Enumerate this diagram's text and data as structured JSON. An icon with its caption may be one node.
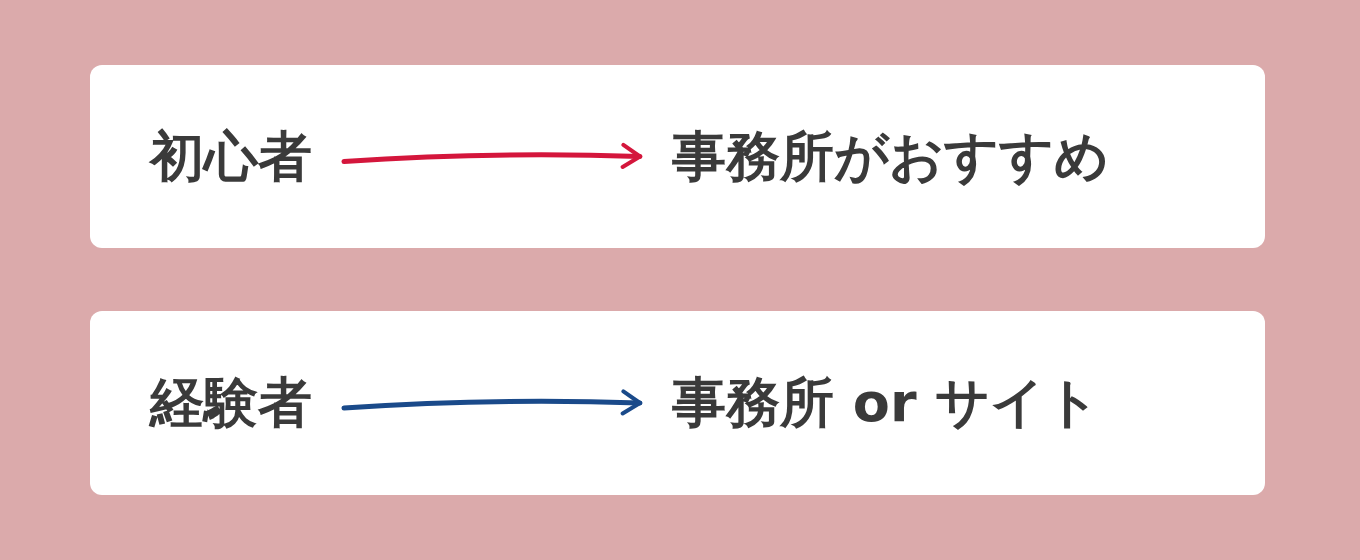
{
  "diagram": {
    "nodes": [
      {
        "text": [],
        "shape": "box"
      },
      {
        "text": [
          "初心者"
        ],
        "in": 0
      },
      {
        "text": [
          "事務所がおすすめ"
        ],
        "in": 0
      },
      {
        "text": [],
        "shape": "box"
      },
      {
        "text": [
          "経験者"
        ],
        "in": 3
      },
      {
        "text": [
          "事務所 or サイト"
        ],
        "in": 3
      }
    ],
    "edges": [
      {
        "from": 1,
        "to": 2,
        "arrow": "to",
        "color": "#d4163c"
      },
      {
        "from": 4,
        "to": 5,
        "arrow": "to",
        "color": "#1a4a8a"
      }
    ]
  }
}
